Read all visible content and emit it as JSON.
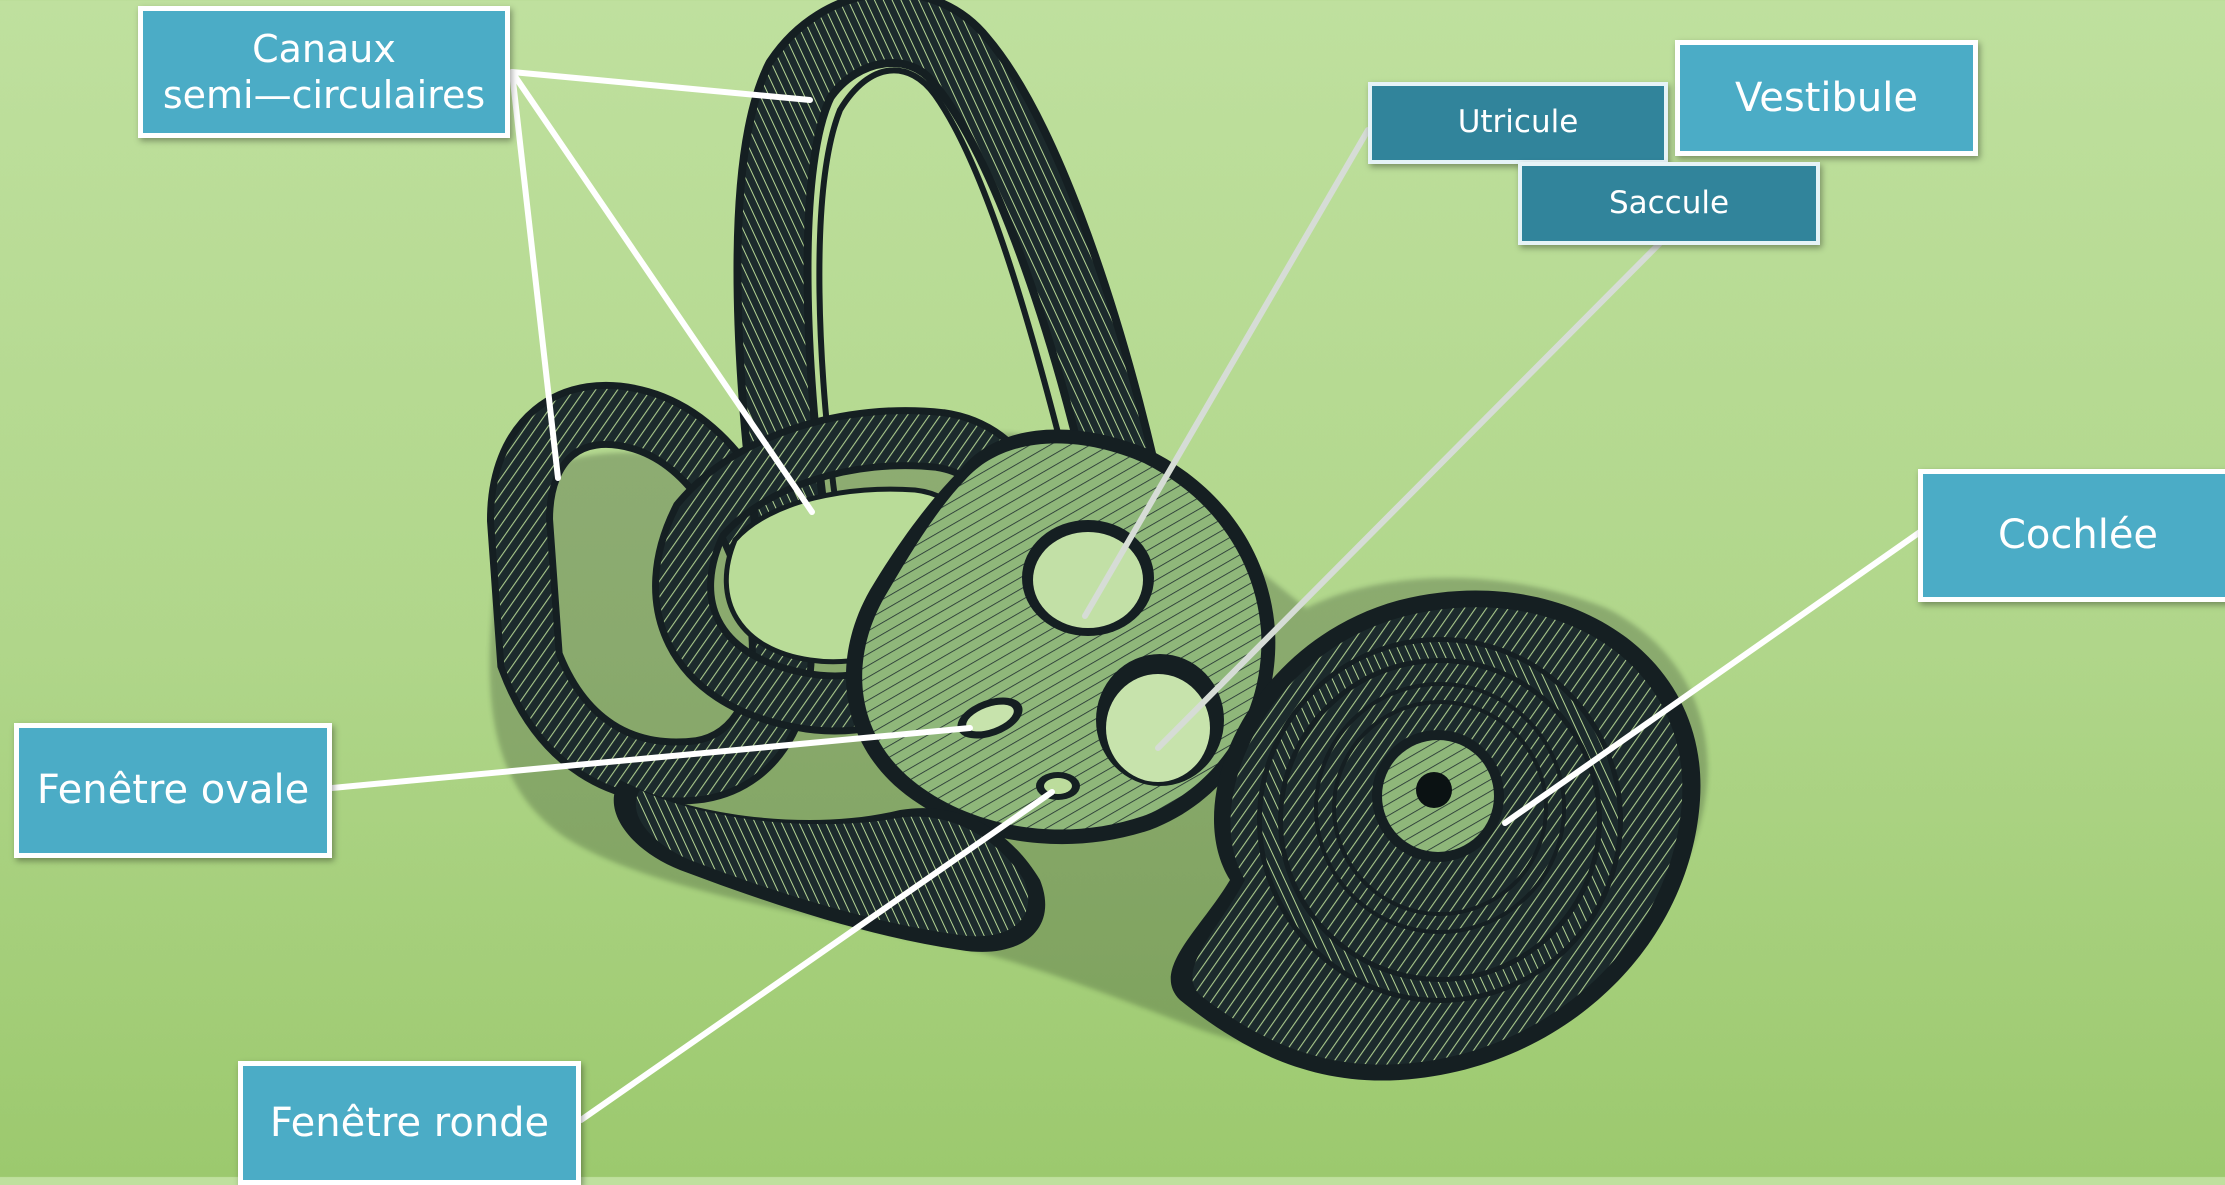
{
  "diagram": {
    "subject": "inner-ear-anatomy-engraving",
    "colors": {
      "background_top": "#bfe09e",
      "background_bottom": "#9cc96e",
      "label_fill": "#4bacc6",
      "label_fill_dark": "#31849b",
      "label_border": "#ffffff",
      "ink": "#151f22",
      "leader_line": "#ffffff"
    },
    "labels": {
      "canaux": "Canaux\nsemi—circulaires",
      "vestibule": "Vestibule",
      "utricule": "Utricule",
      "saccule": "Saccule",
      "cochlee": "Cochlée",
      "fenetre_ovale": "Fenêtre ovale",
      "fenetre_ronde": "Fenêtre ronde"
    }
  }
}
